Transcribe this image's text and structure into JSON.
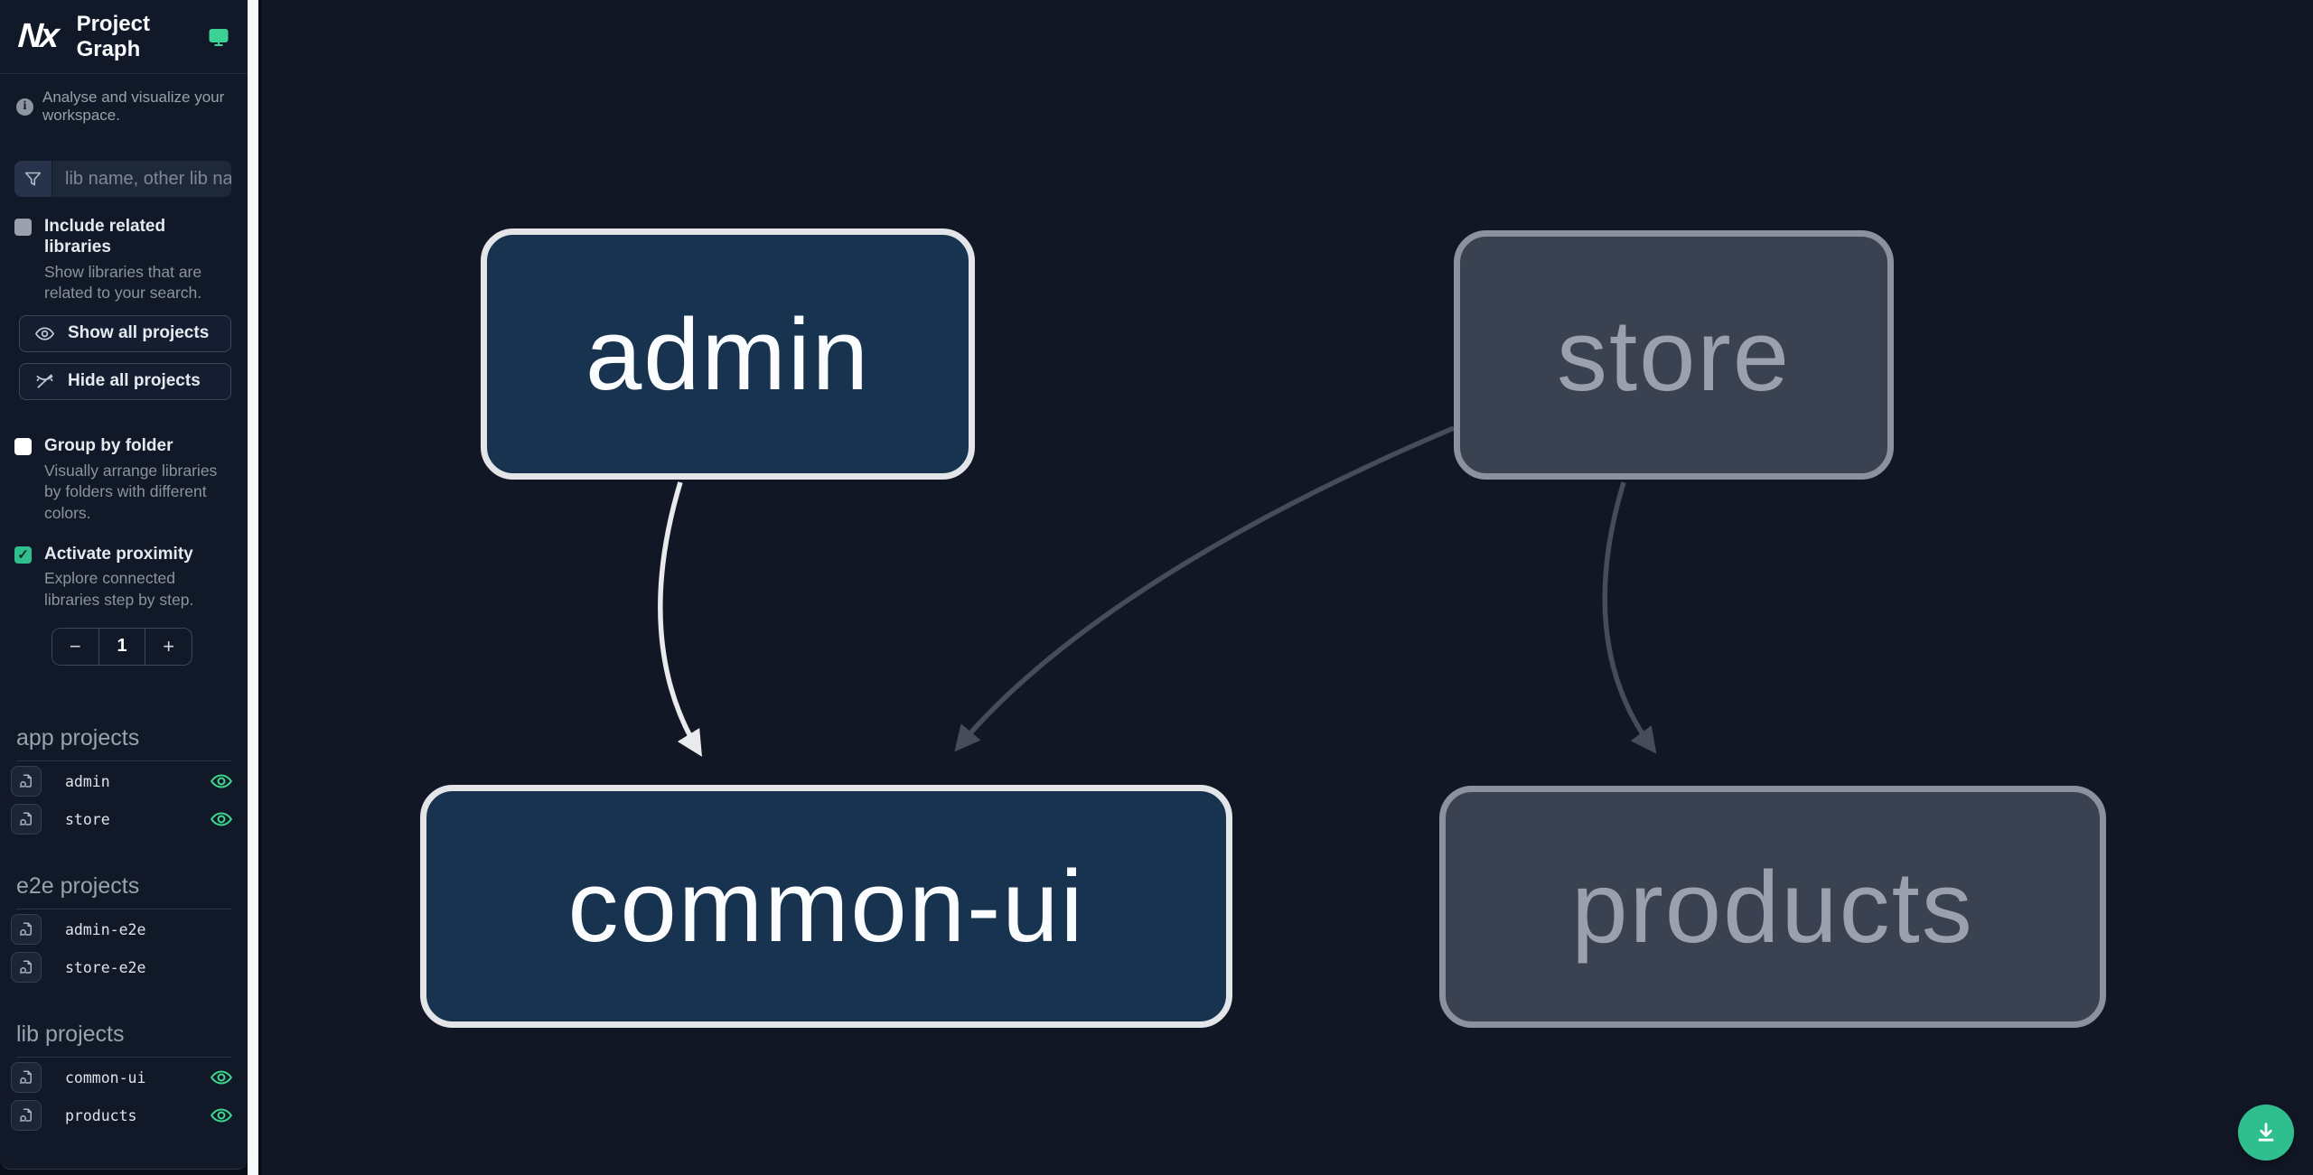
{
  "app": {
    "title": "Project Graph",
    "subtitle": "Analyse and visualize your workspace."
  },
  "search": {
    "placeholder": "lib name, other lib name"
  },
  "options": {
    "include_related": {
      "label": "Include related libraries",
      "description": "Show libraries that are related to your search.",
      "checked": false
    },
    "group_by_folder": {
      "label": "Group by folder",
      "description": "Visually arrange libraries by folders with different colors.",
      "checked": false
    },
    "activate_proximity": {
      "label": "Activate proximity",
      "description": "Explore connected libraries step by step.",
      "checked": true,
      "checkmark": "✓"
    }
  },
  "buttons": {
    "show_all": "Show all projects",
    "hide_all": "Hide all projects"
  },
  "proximity_stepper": {
    "decrement": "−",
    "value": "1",
    "increment": "+"
  },
  "sections": {
    "app": {
      "title": "app projects",
      "items": [
        {
          "name": "admin",
          "visible": true
        },
        {
          "name": "store",
          "visible": true
        }
      ]
    },
    "e2e": {
      "title": "e2e projects",
      "items": [
        {
          "name": "admin-e2e",
          "visible": false
        },
        {
          "name": "store-e2e",
          "visible": false
        }
      ]
    },
    "lib": {
      "title": "lib projects",
      "items": [
        {
          "name": "common-ui",
          "visible": true
        },
        {
          "name": "products",
          "visible": true
        }
      ]
    }
  },
  "graph": {
    "nodes": [
      {
        "id": "admin",
        "label": "admin",
        "state": "focused"
      },
      {
        "id": "store",
        "label": "store",
        "state": "unfocused"
      },
      {
        "id": "common-ui",
        "label": "common-ui",
        "state": "focused"
      },
      {
        "id": "products",
        "label": "products",
        "state": "unfocused"
      }
    ],
    "edges": [
      {
        "source": "admin",
        "target": "common-ui",
        "state": "focused"
      },
      {
        "source": "store",
        "target": "common-ui",
        "state": "unfocused"
      },
      {
        "source": "store",
        "target": "products",
        "state": "unfocused"
      }
    ]
  },
  "colors": {
    "accent_green": "#2fbf8f",
    "eye_green": "#3dd68c",
    "node_focused_fill": "#17334f",
    "node_focused_border": "#e3e5e8",
    "node_unfocused_fill": "#3a4150",
    "node_unfocused_border": "#8b919d",
    "edge_focused": "#e9eaec",
    "edge_unfocused": "#454c5a"
  }
}
